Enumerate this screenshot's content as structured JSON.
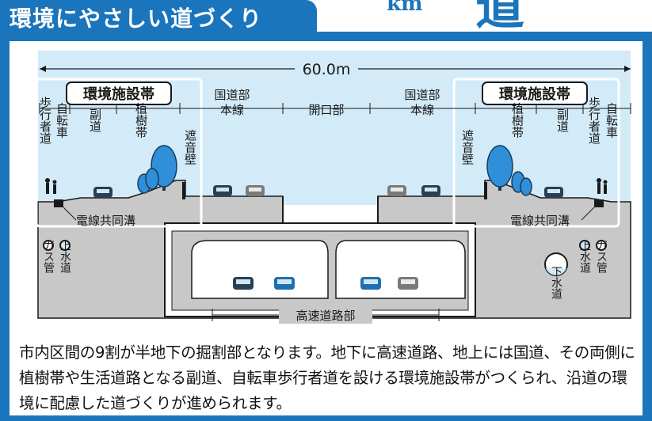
{
  "header": {
    "title": "環境にやさしい道づくり",
    "unit_fragment": "km",
    "big_glyph": "道"
  },
  "diagram": {
    "total_width": "60.0m",
    "env_band_label": "環境施設帯",
    "left_lanes": [
      "歩行者道",
      "自転車",
      "副道",
      "植樹帯",
      "遮音壁"
    ],
    "right_lanes": [
      "遮音壁",
      "植樹帯",
      "副道",
      "歩行者道",
      "自転車"
    ],
    "main_road_left": [
      "国道部",
      "本線"
    ],
    "opening": "開口部",
    "main_road_right": [
      "国道部",
      "本線"
    ],
    "utility_duct": "電線共同溝",
    "gas_pipe": "ガス管",
    "water_pipe": "上水道",
    "sewer_pipe": "下水道",
    "expressway": "高速道路部"
  },
  "caption": {
    "text": "市内区間の9割が半地下の掘割部となります。地下に高速道路、地上には国道、その両側に植樹帯や生活道路となる副道、自転車歩行者道を設ける環境施設帯がつくられ、沿道の環境に配慮した道づくりが進められます。"
  },
  "colors": {
    "brand_blue": "#1b75bc",
    "sky": "#d3ebf8",
    "ground": "#c8c8c8",
    "tree_blue": "#2f8fd8",
    "label_box": "#ffffff"
  }
}
